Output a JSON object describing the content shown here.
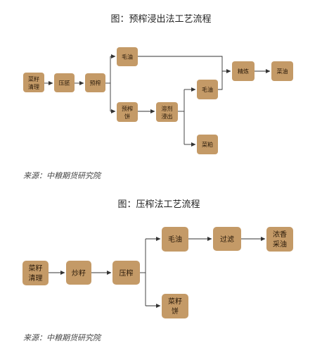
{
  "diagram1": {
    "title": "图：预榨浸出法工艺流程",
    "source": "来源：中粮期货研究院",
    "nodes": {
      "clean": [
        "菜籽",
        "清理"
      ],
      "press_blank": [
        "压胚"
      ],
      "prepress": [
        "预榨"
      ],
      "crude_oil_top": [
        "毛油"
      ],
      "prepress_cake": [
        "预榨",
        "饼"
      ],
      "solvent": [
        "溶剂",
        "浸出"
      ],
      "crude_oil_mid": [
        "毛油"
      ],
      "meal": [
        "菜粕"
      ],
      "refine": [
        "精炼"
      ],
      "rapeseed_oil": [
        "菜油"
      ]
    }
  },
  "diagram2": {
    "title": "图：压榨法工艺流程",
    "source": "来源：中粮期货研究院",
    "nodes": {
      "clean": [
        "菜籽",
        "清理"
      ],
      "roast": [
        "炒籽"
      ],
      "press": [
        "压榨"
      ],
      "crude_oil": [
        "毛油"
      ],
      "cake": [
        "菜籽",
        "饼"
      ],
      "filter": [
        "过滤"
      ],
      "fragrant_oil": [
        "浓香",
        "采油"
      ]
    }
  },
  "colors": {
    "node": "#c49a67",
    "line": "#333333"
  }
}
